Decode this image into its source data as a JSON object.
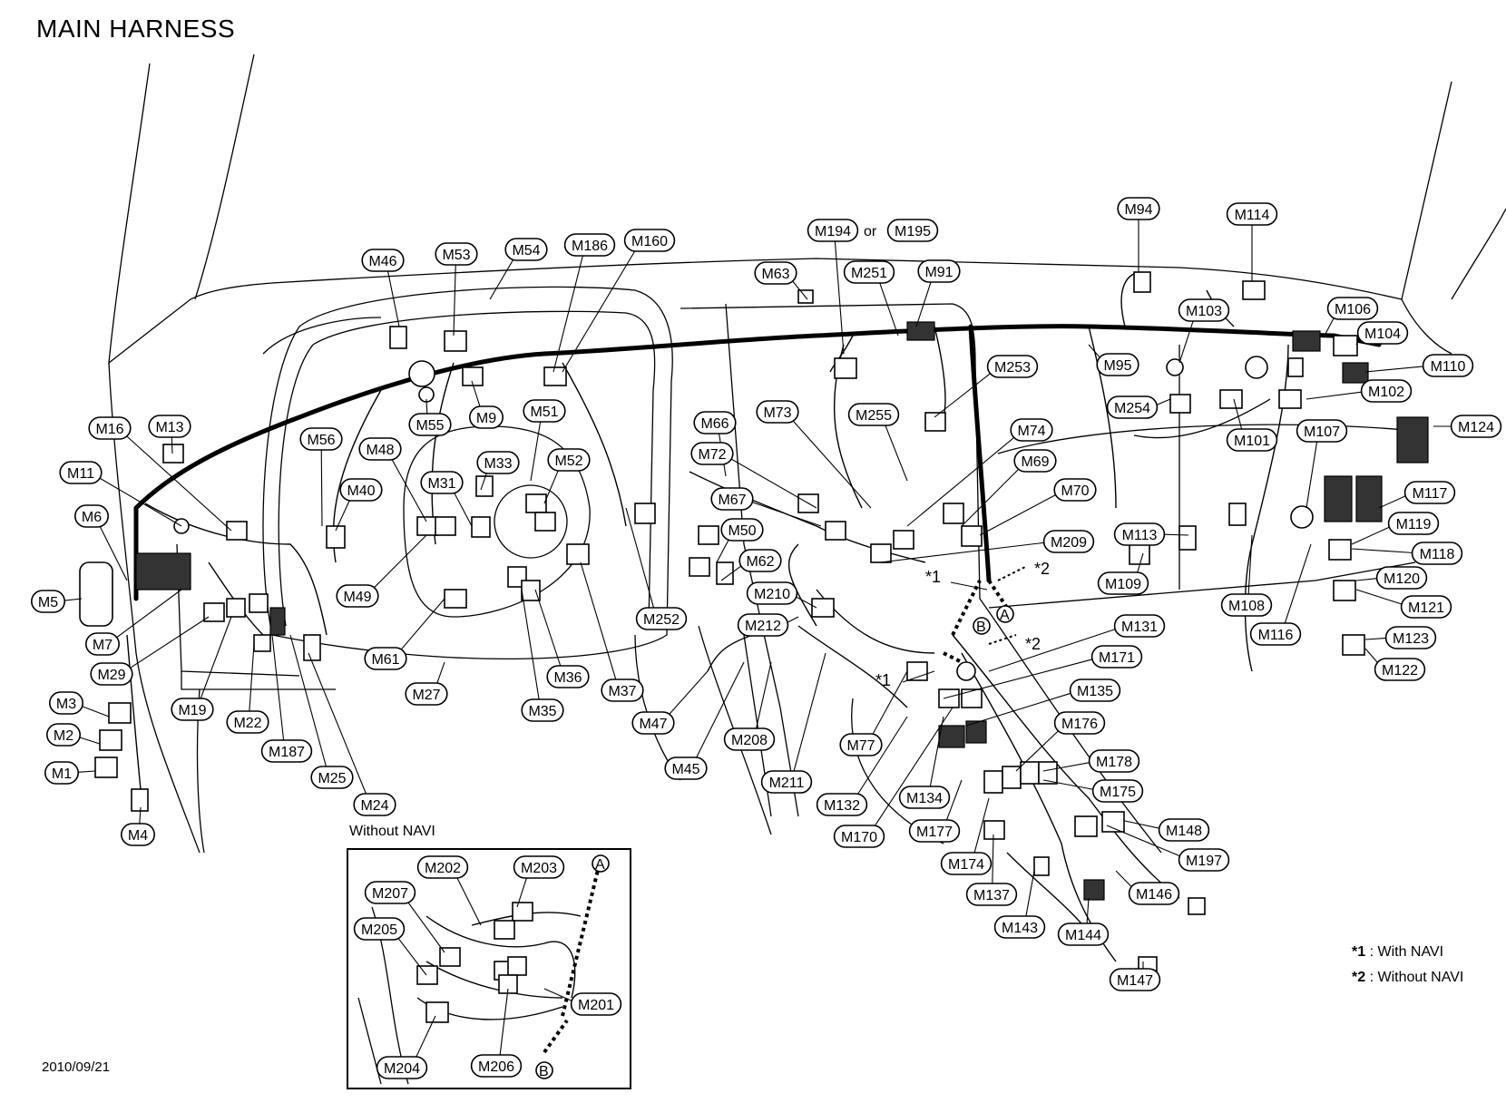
{
  "title": "MAIN HARNESS",
  "date": "2010/09/21",
  "inset_title": "Without NAVI",
  "or_word": "or",
  "legend": [
    {
      "mark": "*1",
      "text": ": With NAVI"
    },
    {
      "mark": "*2",
      "text": ": Without NAVI"
    }
  ],
  "star_marks": {
    "s1": "*1",
    "s2": "*2"
  },
  "circle_marks": {
    "a": "A",
    "b": "B"
  },
  "labels": {
    "M1": "M1",
    "M2": "M2",
    "M3": "M3",
    "M4": "M4",
    "M5": "M5",
    "M6": "M6",
    "M7": "M7",
    "M9": "M9",
    "M11": "M11",
    "M13": "M13",
    "M16": "M16",
    "M19": "M19",
    "M22": "M22",
    "M24": "M24",
    "M25": "M25",
    "M27": "M27",
    "M29": "M29",
    "M31": "M31",
    "M33": "M33",
    "M35": "M35",
    "M36": "M36",
    "M37": "M37",
    "M40": "M40",
    "M45": "M45",
    "M46": "M46",
    "M47": "M47",
    "M48": "M48",
    "M49": "M49",
    "M50": "M50",
    "M51": "M51",
    "M52": "M52",
    "M53": "M53",
    "M54": "M54",
    "M55": "M55",
    "M56": "M56",
    "M61": "M61",
    "M62": "M62",
    "M63": "M63",
    "M66": "M66",
    "M67": "M67",
    "M69": "M69",
    "M70": "M70",
    "M72": "M72",
    "M73": "M73",
    "M74": "M74",
    "M77": "M77",
    "M91": "M91",
    "M94": "M94",
    "M95": "M95",
    "M101": "M101",
    "M102": "M102",
    "M103": "M103",
    "M104": "M104",
    "M106": "M106",
    "M107": "M107",
    "M108": "M108",
    "M109": "M109",
    "M110": "M110",
    "M113": "M113",
    "M114": "M114",
    "M116": "M116",
    "M117": "M117",
    "M118": "M118",
    "M119": "M119",
    "M120": "M120",
    "M121": "M121",
    "M122": "M122",
    "M123": "M123",
    "M124": "M124",
    "M131": "M131",
    "M132": "M132",
    "M134": "M134",
    "M135": "M135",
    "M137": "M137",
    "M143": "M143",
    "M144": "M144",
    "M146": "M146",
    "M147": "M147",
    "M148": "M148",
    "M160": "M160",
    "M170": "M170",
    "M171": "M171",
    "M174": "M174",
    "M175": "M175",
    "M176": "M176",
    "M177": "M177",
    "M178": "M178",
    "M186": "M186",
    "M187": "M187",
    "M194": "M194",
    "M195": "M195",
    "M197": "M197",
    "M201": "M201",
    "M202": "M202",
    "M203": "M203",
    "M204": "M204",
    "M205": "M205",
    "M206": "M206",
    "M207": "M207",
    "M208": "M208",
    "M209": "M209",
    "M210": "M210",
    "M211": "M211",
    "M212": "M212",
    "M251": "M251",
    "M252": "M252",
    "M253": "M253",
    "M254": "M254",
    "M255": "M255"
  }
}
